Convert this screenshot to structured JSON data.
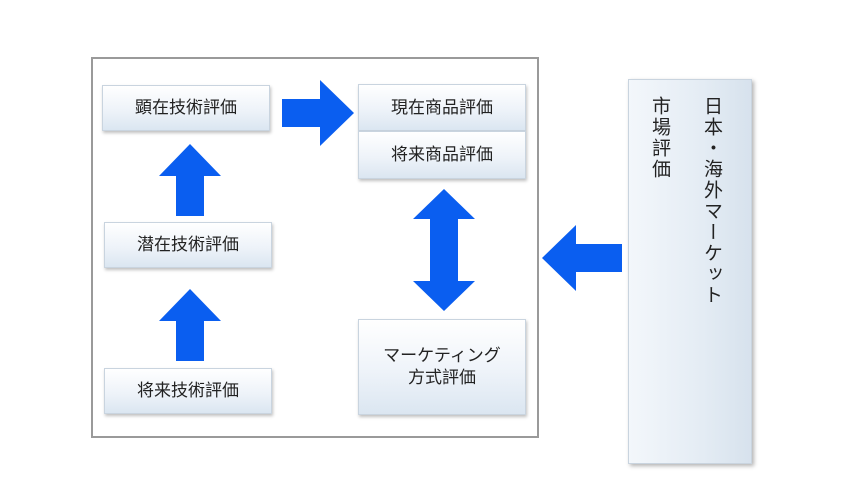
{
  "boxes": {
    "latent_tech": "顕在技術評価",
    "potential_tech": "潜在技術評価",
    "future_tech": "将来技術評価",
    "current_product": "現在商品評価",
    "future_product": "将来商品評価",
    "marketing_line1": "マーケティング",
    "marketing_line2": "方式評価"
  },
  "market_panel": {
    "line1": "日本・海外マーケット",
    "line2": "市場評価"
  },
  "colors": {
    "arrow": "#0a5ef0",
    "frame_border": "#9a9a9a"
  }
}
